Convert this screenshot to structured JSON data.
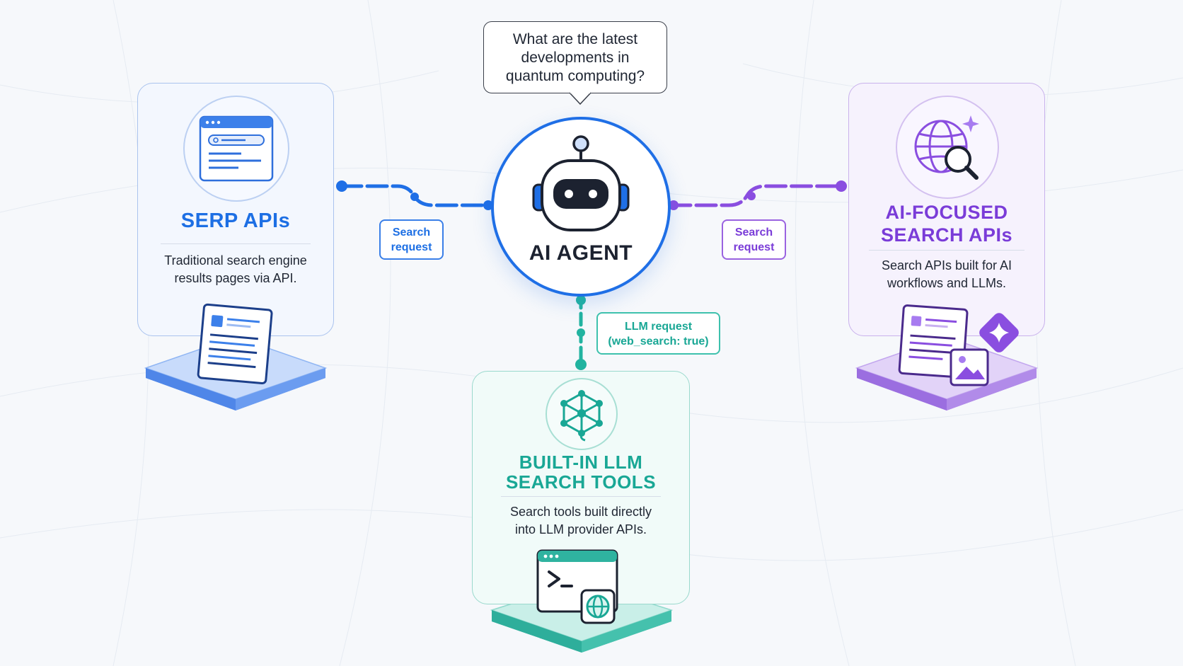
{
  "question": {
    "lines": [
      "What are the latest",
      "developments in",
      "quantum computing?"
    ]
  },
  "agent": {
    "label": "AI AGENT",
    "icon": "robot-icon"
  },
  "serp": {
    "title": "SERP APIs",
    "description_lines": [
      "Traditional search engine",
      "results pages via API."
    ],
    "icon": "browser-search-icon",
    "platform_icon": "document-icon",
    "color": "#1d6fe4"
  },
  "ai_focused": {
    "title_lines": [
      "AI-FOCUSED",
      "SEARCH APIs"
    ],
    "description_lines": [
      "Search APIs built for AI",
      "workflows and LLMs."
    ],
    "icon": "globe-search-icon",
    "platform_icon": "document-image-sparkle-icon",
    "color": "#7a3cd8"
  },
  "llm_tools": {
    "title_lines": [
      "BUILT-IN LLM",
      "SEARCH TOOLS"
    ],
    "description_lines": [
      "Search tools built directly",
      "into LLM provider APIs."
    ],
    "icon": "network-icon",
    "platform_icon": "terminal-globe-icon",
    "color": "#19a795"
  },
  "connectors": {
    "left_lines": [
      "Search",
      "request"
    ],
    "right_lines": [
      "Search",
      "request"
    ],
    "bottom_lines": [
      "LLM request",
      "(web_search: true)"
    ]
  }
}
